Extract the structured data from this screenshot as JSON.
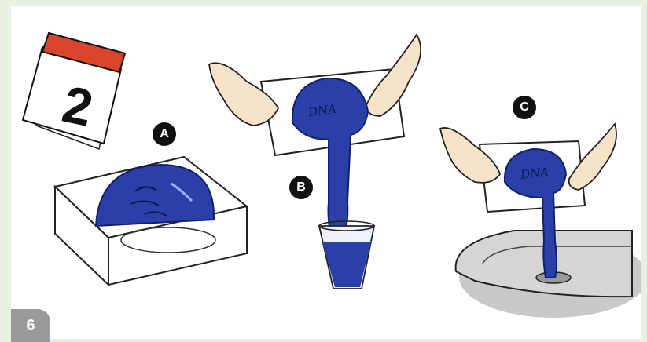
{
  "labels": {
    "a": "A",
    "b": "B",
    "c": "C"
  },
  "step_number": "6",
  "calendar_day": "2",
  "dna_text": "DNA",
  "colors": {
    "background": "#e9f1e3",
    "panel": "#ffffff",
    "gel_blue": "#2a3fa8",
    "badge": "#111111",
    "step_tab": "#9a9a9a",
    "calendar_red": "#d9442a"
  },
  "icons": {
    "calendar": "calendar-icon",
    "gel-box": "gel-tray-illustration",
    "glass": "glass-of-liquid",
    "sink": "sink-drain"
  }
}
